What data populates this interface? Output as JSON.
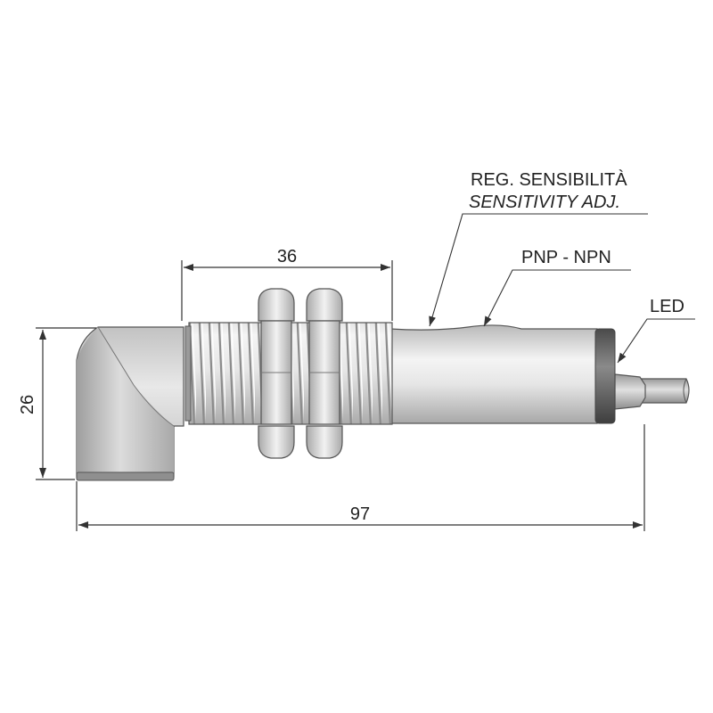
{
  "dimensions": {
    "thread_length": "36",
    "height": "26",
    "total_length": "97"
  },
  "callouts": {
    "sensitivity_line1": "REG. SENSIBILITÀ",
    "sensitivity_line2": "SENSITIVITY ADJ.",
    "output_type": "PNP - NPN",
    "led": "LED"
  },
  "colors": {
    "body": "#e2e2e2",
    "led_ring": "#6a6a6a",
    "cable": "#c8c8c8"
  }
}
